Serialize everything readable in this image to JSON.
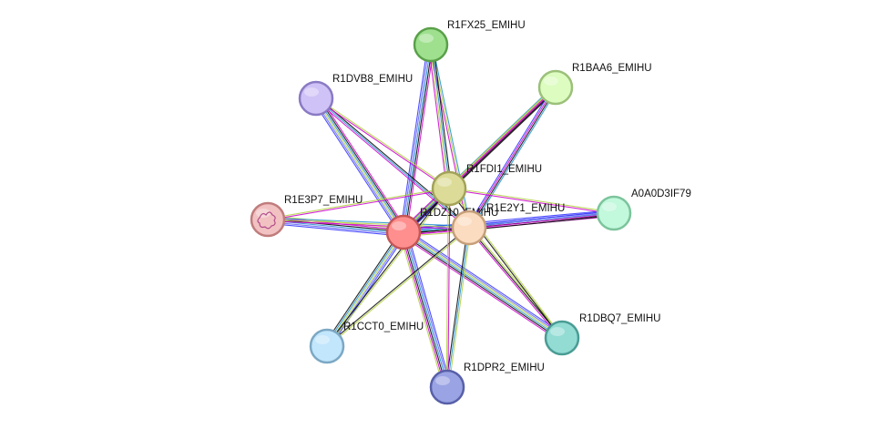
{
  "network": {
    "nodes": [
      {
        "id": "R1FX25_EMIHU",
        "label": "R1FX25_EMIHU",
        "fill": "#9ee08e",
        "stroke": "#5aa04a"
      },
      {
        "id": "R1BAA6_EMIHU",
        "label": "R1BAA6_EMIHU",
        "fill": "#dcfcc0",
        "stroke": "#9cc07a"
      },
      {
        "id": "R1DVB8_EMIHU",
        "label": "R1DVB8_EMIHU",
        "fill": "#cfc2f6",
        "stroke": "#8a7ac4"
      },
      {
        "id": "R1FDI1_EMIHU",
        "label": "R1FDI1_EMIHU",
        "fill": "#dcdc98",
        "stroke": "#a2a25a"
      },
      {
        "id": "R1E3P7_EMIHU",
        "label": "R1E3P7_EMIHU",
        "fill": "#f2c2c2",
        "stroke": "#c07c7c",
        "has_structure": true
      },
      {
        "id": "R1DZ10_EMIHU",
        "label": "R1DZ10_EMIHU",
        "fill": "#ff8f8f",
        "stroke": "#c45656"
      },
      {
        "id": "R1E2Y1_EMIHU",
        "label": "R1E2Y1_EMIHU",
        "fill": "#fcdcc0",
        "stroke": "#c6a07a"
      },
      {
        "id": "A0A0D3IF79",
        "label": "A0A0D3IF79",
        "fill": "#c2f8dc",
        "stroke": "#7cc49c"
      },
      {
        "id": "R1CCT0_EMIHU",
        "label": "R1CCT0_EMIHU",
        "fill": "#c2e6fc",
        "stroke": "#7ca8c4"
      },
      {
        "id": "R1DBQ7_EMIHU",
        "label": "R1DBQ7_EMIHU",
        "fill": "#92dcd4",
        "stroke": "#4a9c94"
      },
      {
        "id": "R1DPR2_EMIHU",
        "label": "R1DPR2_EMIHU",
        "fill": "#9aa4e4",
        "stroke": "#5860a8"
      }
    ],
    "edges": [
      {
        "source": "R1DZ10_EMIHU",
        "target": "R1FX25_EMIHU",
        "evidence": [
          "#3030ff",
          "#6666ee",
          "#2090d0",
          "#000000",
          "#cc00cc"
        ]
      },
      {
        "source": "R1DZ10_EMIHU",
        "target": "R1BAA6_EMIHU",
        "evidence": [
          "#2090d0",
          "#b0d040",
          "#cc00cc",
          "#000000"
        ]
      },
      {
        "source": "R1DZ10_EMIHU",
        "target": "R1DVB8_EMIHU",
        "evidence": [
          "#3030ff",
          "#6666ee",
          "#b0d040",
          "#2090d0",
          "#000000",
          "#cc00cc"
        ]
      },
      {
        "source": "R1DZ10_EMIHU",
        "target": "R1FDI1_EMIHU",
        "evidence": [
          "#cc00cc",
          "#b0d040",
          "#2090d0",
          "#000000",
          "#3030ff"
        ]
      },
      {
        "source": "R1DZ10_EMIHU",
        "target": "R1E3P7_EMIHU",
        "evidence": [
          "#3030ff",
          "#6666ee",
          "#2090d0",
          "#000000",
          "#cc00cc",
          "#b0d040"
        ]
      },
      {
        "source": "R1DZ10_EMIHU",
        "target": "R1E2Y1_EMIHU",
        "evidence": [
          "#3030ff",
          "#6666ee",
          "#2090d0",
          "#000000",
          "#cc00cc",
          "#b0d040"
        ]
      },
      {
        "source": "R1DZ10_EMIHU",
        "target": "A0A0D3IF79",
        "evidence": [
          "#3030ff",
          "#6666ee",
          "#2090d0",
          "#000000",
          "#cc00cc"
        ]
      },
      {
        "source": "R1DZ10_EMIHU",
        "target": "R1CCT0_EMIHU",
        "evidence": [
          "#3030ff",
          "#6666ee",
          "#b0d040",
          "#2090d0",
          "#000000"
        ]
      },
      {
        "source": "R1DZ10_EMIHU",
        "target": "R1DBQ7_EMIHU",
        "evidence": [
          "#3030ff",
          "#6666ee",
          "#b0d040",
          "#2090d0",
          "#000000",
          "#cc00cc"
        ]
      },
      {
        "source": "R1DZ10_EMIHU",
        "target": "R1DPR2_EMIHU",
        "evidence": [
          "#3030ff",
          "#6666ee",
          "#2090d0",
          "#000000",
          "#cc00cc",
          "#b0d040"
        ]
      },
      {
        "source": "R1E2Y1_EMIHU",
        "target": "R1FX25_EMIHU",
        "evidence": [
          "#cc00cc",
          "#b0d040",
          "#2090d0"
        ]
      },
      {
        "source": "R1E2Y1_EMIHU",
        "target": "R1BAA6_EMIHU",
        "evidence": [
          "#3030ff",
          "#cc00cc",
          "#000000",
          "#2090d0"
        ]
      },
      {
        "source": "R1E2Y1_EMIHU",
        "target": "R1DVB8_EMIHU",
        "evidence": [
          "#cc00cc",
          "#2090d0",
          "#000000"
        ]
      },
      {
        "source": "R1E2Y1_EMIHU",
        "target": "R1E3P7_EMIHU",
        "evidence": [
          "#cc00cc",
          "#b0d040",
          "#2090d0"
        ]
      },
      {
        "source": "R1E2Y1_EMIHU",
        "target": "A0A0D3IF79",
        "evidence": [
          "#3030ff",
          "#6666ee",
          "#cc00cc",
          "#000000"
        ]
      },
      {
        "source": "R1E2Y1_EMIHU",
        "target": "R1CCT0_EMIHU",
        "evidence": [
          "#b0d040",
          "#000000"
        ]
      },
      {
        "source": "R1E2Y1_EMIHU",
        "target": "R1DBQ7_EMIHU",
        "evidence": [
          "#b0d040",
          "#000000",
          "#cc00cc"
        ]
      },
      {
        "source": "R1E2Y1_EMIHU",
        "target": "R1DPR2_EMIHU",
        "evidence": [
          "#b0d040",
          "#2090d0",
          "#000000"
        ]
      },
      {
        "source": "R1FDI1_EMIHU",
        "target": "R1FX25_EMIHU",
        "evidence": [
          "#cc00cc",
          "#b0d040",
          "#2090d0",
          "#000000"
        ]
      },
      {
        "source": "R1FDI1_EMIHU",
        "target": "R1BAA6_EMIHU",
        "evidence": [
          "#b0d040",
          "#cc00cc",
          "#000000"
        ]
      },
      {
        "source": "R1FDI1_EMIHU",
        "target": "R1DVB8_EMIHU",
        "evidence": [
          "#cc00cc",
          "#b0d040"
        ]
      },
      {
        "source": "R1FDI1_EMIHU",
        "target": "R1E3P7_EMIHU",
        "evidence": [
          "#cc00cc",
          "#b0d040"
        ]
      },
      {
        "source": "R1FDI1_EMIHU",
        "target": "A0A0D3IF79",
        "evidence": [
          "#b0d040",
          "#cc00cc"
        ]
      },
      {
        "source": "R1FDI1_EMIHU",
        "target": "R1DBQ7_EMIHU",
        "evidence": [
          "#b0d040",
          "#000000"
        ]
      },
      {
        "source": "R1FDI1_EMIHU",
        "target": "R1DPR2_EMIHU",
        "evidence": [
          "#cc00cc",
          "#b0d040"
        ]
      },
      {
        "source": "R1FDI1_EMIHU",
        "target": "R1CCT0_EMIHU",
        "evidence": [
          "#b0d040",
          "#000000"
        ]
      }
    ]
  }
}
